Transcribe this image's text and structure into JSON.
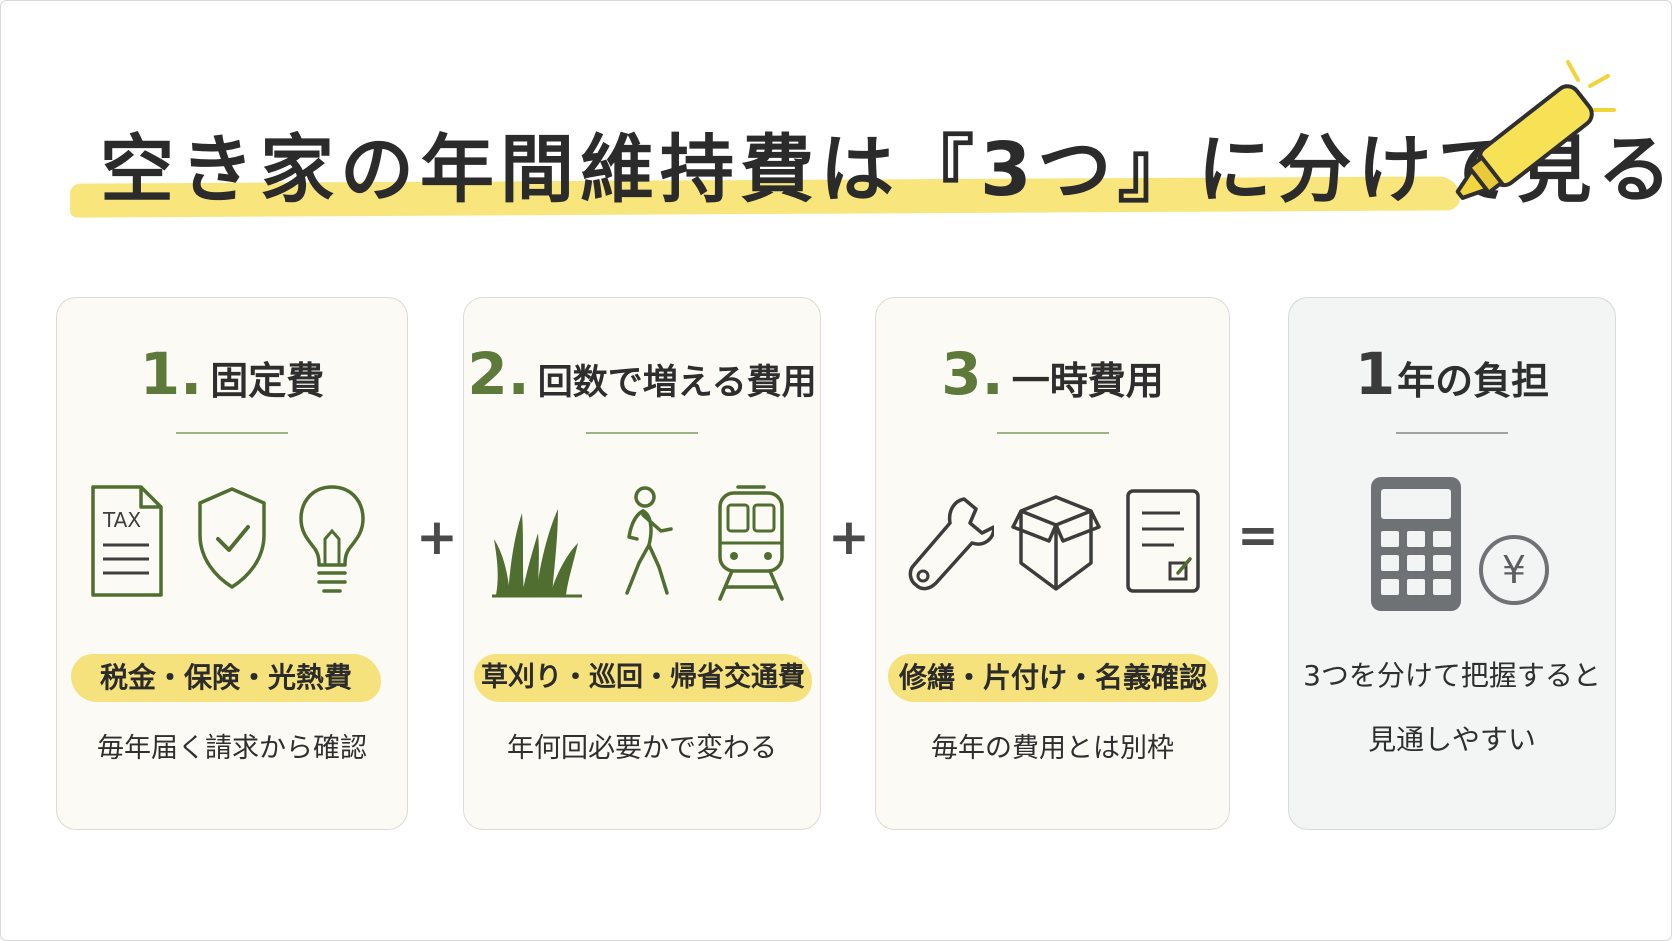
{
  "title": "空き家の年間維持費は『3つ』に分けて見る",
  "operators": {
    "plus1": "+",
    "plus2": "+",
    "equals": "="
  },
  "cards": [
    {
      "number": "1.",
      "heading": "固定費",
      "icons": [
        "tax-document-icon",
        "shield-check-icon",
        "lightbulb-icon"
      ],
      "tax_label": "TAX",
      "highlight": "税金・保険・光熱費",
      "note": "毎年届く請求から確認"
    },
    {
      "number": "2.",
      "heading": "回数で増える費用",
      "icons": [
        "grass-icon",
        "walking-person-icon",
        "train-icon"
      ],
      "highlight": "草刈り・巡回・帰省交通費",
      "note": "年何回必要かで変わる"
    },
    {
      "number": "3.",
      "heading": "一時費用",
      "icons": [
        "wrench-icon",
        "box-icon",
        "form-document-icon"
      ],
      "highlight": "修繕・片付け・名義確認",
      "note": "毎年の費用とは別枠"
    },
    {
      "number": "1",
      "heading": "年の負担",
      "icons": [
        "calculator-icon",
        "yen-coin-icon"
      ],
      "yen_symbol": "¥",
      "line1": "3つを分けて把握すると",
      "line2": "見通しやすい"
    }
  ],
  "colors": {
    "accent_green": "#5d7a3a",
    "highlight_yellow": "#f6e27d",
    "icon_green": "#4f6e30",
    "icon_gray": "#6f7274"
  }
}
